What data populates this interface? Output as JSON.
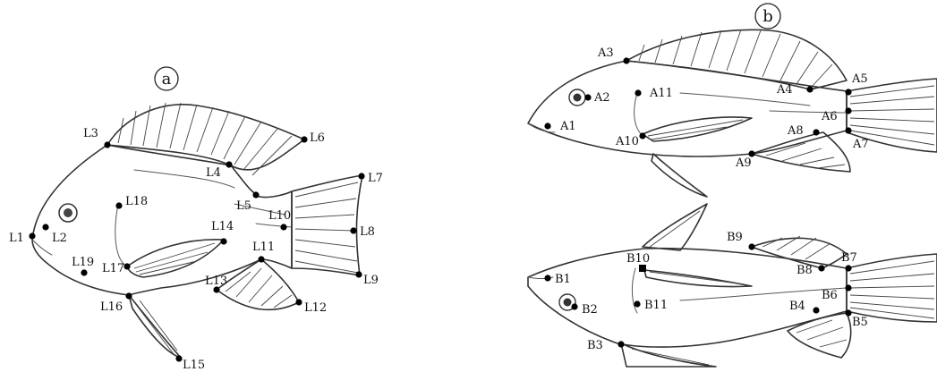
{
  "panels": [
    {
      "id": "a",
      "letter": "a",
      "landmarks": [
        "L1",
        "L2",
        "L3",
        "L4",
        "L5",
        "L6",
        "L7",
        "L8",
        "L9",
        "L10",
        "L11",
        "L12",
        "L13",
        "L14",
        "L15",
        "L16",
        "L17",
        "L18",
        "L19"
      ]
    },
    {
      "id": "b-top",
      "letter": "b",
      "landmarks": [
        "A1",
        "A2",
        "A3",
        "A4",
        "A5",
        "A6",
        "A7",
        "A8",
        "A9",
        "A10",
        "A11"
      ]
    },
    {
      "id": "b-bottom",
      "letter": "",
      "landmarks": [
        "B1",
        "B2",
        "B3",
        "B4",
        "B5",
        "B6",
        "B7",
        "B8",
        "B9",
        "B10",
        "B11"
      ]
    }
  ],
  "colors": {
    "ink": "#111111",
    "line": "#333333",
    "background": "#ffffff"
  }
}
